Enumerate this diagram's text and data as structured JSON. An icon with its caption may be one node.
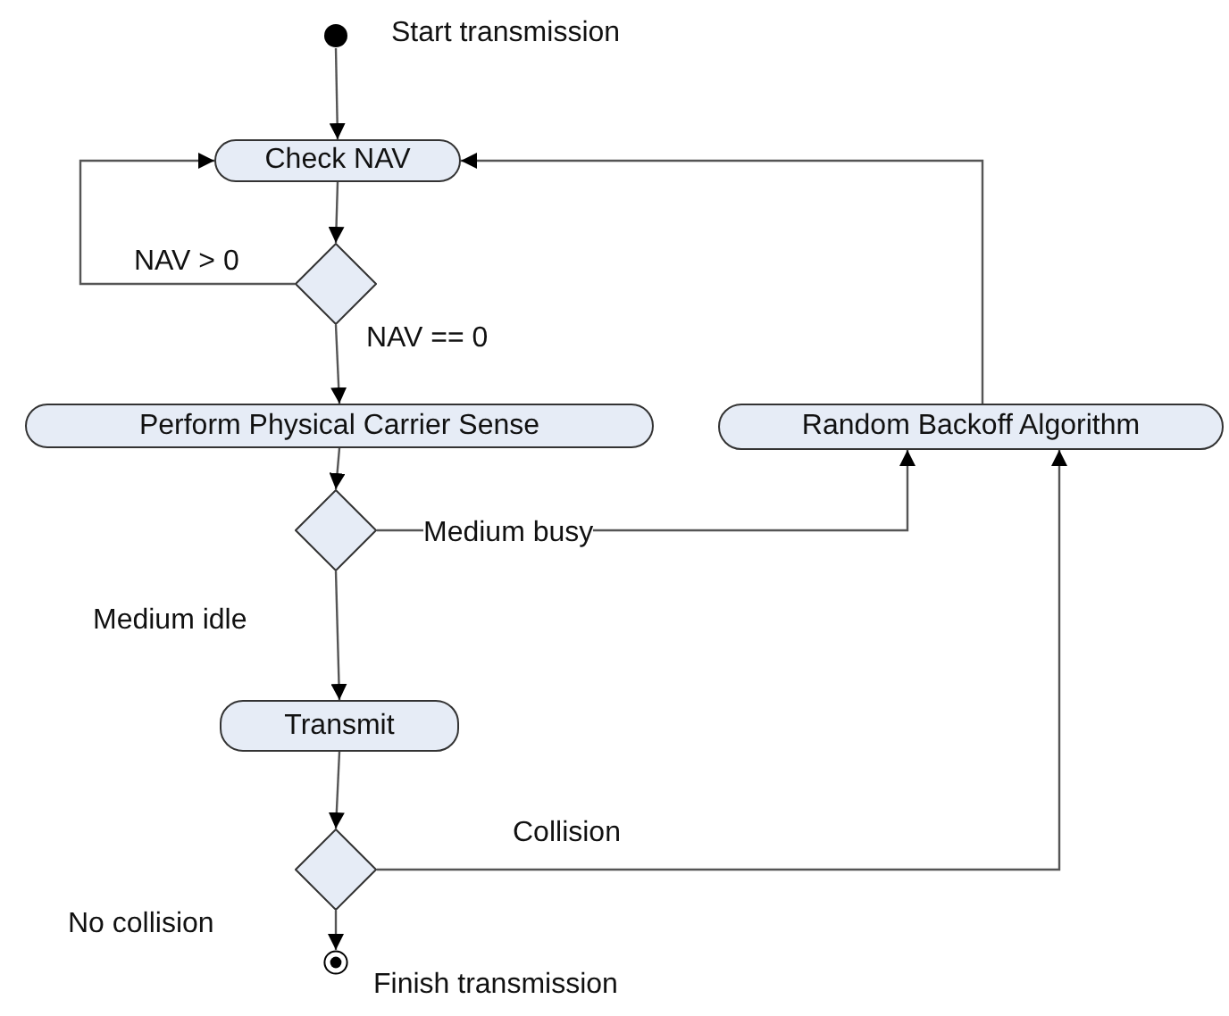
{
  "diagram": {
    "nodes": [
      {
        "text": [],
        "shape": "circle",
        "beside": [
          "Start transmission"
        ]
      },
      {
        "text": [
          "Check NAV"
        ]
      },
      {
        "text": [],
        "shape": "diamond"
      },
      {
        "text": [
          "Perform Physical Carrier Sense"
        ]
      },
      {
        "text": [
          "Random Backoff Algorithm"
        ]
      },
      {
        "text": [],
        "shape": "diamond"
      },
      {
        "text": [
          "Transmit"
        ]
      },
      {
        "text": [],
        "shape": "diamond"
      },
      {
        "text": [],
        "shape": "circle",
        "beside": [
          "Finish transmission"
        ]
      }
    ],
    "edges": [
      {
        "from": 0,
        "to": 1,
        "arrow": "to"
      },
      {
        "from": 1,
        "to": 2,
        "arrow": "to"
      },
      {
        "from": 2,
        "to": 1,
        "arrow": "to",
        "label": "NAV > 0"
      },
      {
        "from": 2,
        "to": 3,
        "arrow": "to",
        "label": "NAV == 0"
      },
      {
        "from": 3,
        "to": 5,
        "arrow": "to"
      },
      {
        "from": 5,
        "to": 4,
        "arrow": "to",
        "label": "Medium busy"
      },
      {
        "from": 5,
        "to": 6,
        "arrow": "to",
        "label": "Medium idle"
      },
      {
        "from": 6,
        "to": 7,
        "arrow": "to"
      },
      {
        "from": 7,
        "to": 4,
        "arrow": "to",
        "label": "Collision"
      },
      {
        "from": 7,
        "to": 8,
        "arrow": "to",
        "label": "No collision"
      },
      {
        "from": 4,
        "to": 1,
        "arrow": "to"
      }
    ]
  }
}
